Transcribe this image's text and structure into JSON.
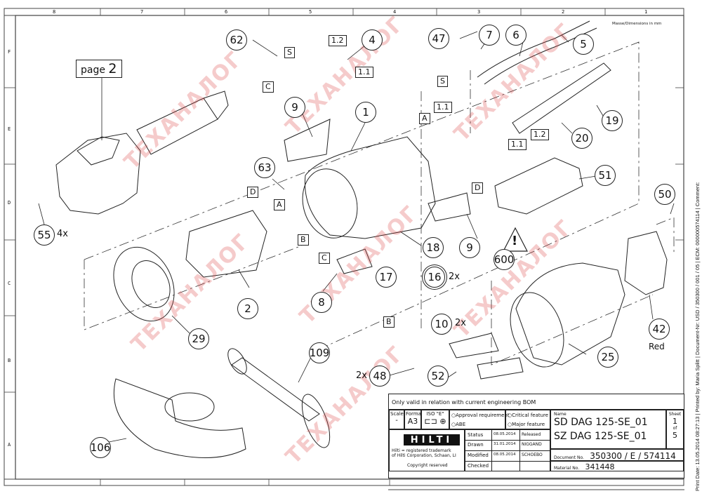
{
  "drawing": {
    "dimension_note": "Masse/Dimensions in mm",
    "page_reference": {
      "prefix": "page",
      "number": "2"
    },
    "warning_symbol": "warning-triangle-icon",
    "zones_columns": [
      "8",
      "7",
      "6",
      "5",
      "4",
      "3",
      "2",
      "1"
    ],
    "zones_rows": [
      "F",
      "E",
      "D",
      "C",
      "B",
      "A"
    ],
    "watermark": "ТЕХАНАЛОГ",
    "callouts": [
      {
        "id": "62"
      },
      {
        "id": "4"
      },
      {
        "id": "47"
      },
      {
        "id": "7"
      },
      {
        "id": "6"
      },
      {
        "id": "5"
      },
      {
        "id": "9"
      },
      {
        "id": "1"
      },
      {
        "id": "19"
      },
      {
        "id": "20"
      },
      {
        "id": "63"
      },
      {
        "id": "51"
      },
      {
        "id": "55",
        "qty": "4x"
      },
      {
        "id": "50"
      },
      {
        "id": "18"
      },
      {
        "id": "9b",
        "label": "9"
      },
      {
        "id": "17"
      },
      {
        "id": "16",
        "qty": "2x"
      },
      {
        "id": "600"
      },
      {
        "id": "2"
      },
      {
        "id": "8"
      },
      {
        "id": "10",
        "qty": "2x"
      },
      {
        "id": "29"
      },
      {
        "id": "42",
        "note": "Red"
      },
      {
        "id": "25"
      },
      {
        "id": "109"
      },
      {
        "id": "48",
        "qty": "2x"
      },
      {
        "id": "52"
      },
      {
        "id": "106"
      }
    ],
    "connector_tags": [
      "1.2",
      "S",
      "1.1",
      "C",
      "S",
      "1.1",
      "A",
      "D",
      "A",
      "B",
      "C",
      "1.2",
      "1.1",
      "D",
      "B"
    ]
  },
  "title_block": {
    "validity_note": "Only valid in relation with current engineering BOM",
    "scale_label": "Scale",
    "scale_value": "-",
    "format_label": "Format",
    "format_value": "A3",
    "iso_label": "ISO \"E\"",
    "approval_requirement": "Approval requirement",
    "abe": "ABE",
    "critical_feature": "Critical feature",
    "major_feature": "Major feature",
    "name_label": "Name",
    "name_1": "SD DAG 125-SE_01",
    "name_2": "SZ DAG 125-SE_01",
    "sheet_label": "Sheet",
    "sheet_number": "1",
    "sheet_of": "of",
    "sheet_total": "5",
    "logo_text": "HILTI",
    "trademark_1": "Hilti = registered trademark",
    "trademark_2": "of Hilti Corporation, Schaan, LI",
    "copyright": "Copyright reserved",
    "rows": [
      {
        "label": "Status",
        "date": "08.05.2014",
        "value": "Released"
      },
      {
        "label": "Drawn",
        "date": "31.01.2014",
        "value": "NIGGAND"
      },
      {
        "label": "Modified",
        "date": "08.05.2014",
        "value": "SCHOEBO"
      },
      {
        "label": "Checked",
        "date": "",
        "value": ""
      }
    ],
    "document_label": "Document No.",
    "document_no": "350300 / E / 574114",
    "material_label": "Material No.",
    "material_no": "341448"
  },
  "print_info": "Print Date: 13.05.2014 08:27:13 | Printed by: Maria Splitt | Document-Nr: USD / 350300 / 001 / 05 | ECM: 000000574114 | Comment:"
}
